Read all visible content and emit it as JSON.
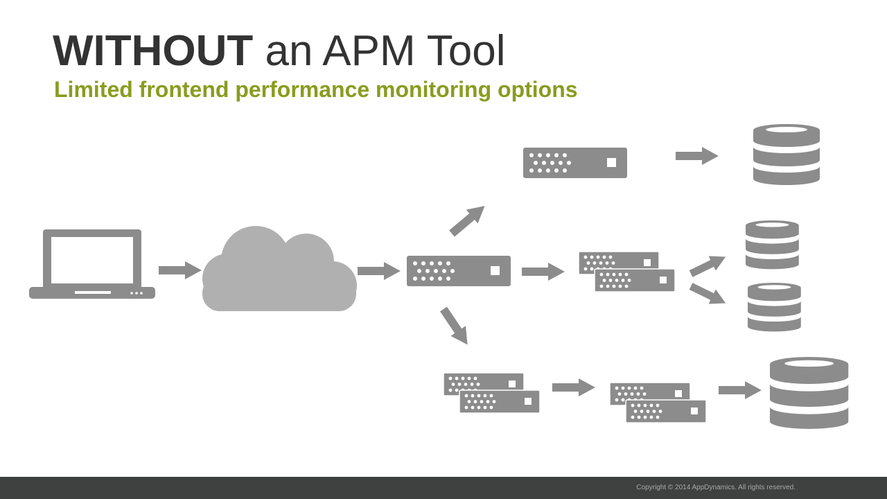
{
  "header": {
    "title_bold": "WITHOUT",
    "title_rest": "an APM Tool",
    "subtitle": "Limited frontend performance monitoring options"
  },
  "footer": {
    "copyright": "Copyright © 2014 AppDynamics. All rights reserved."
  },
  "colors": {
    "title": "#333333",
    "subtitle": "#8a9c1f",
    "icon_gray": "#8c8c8c",
    "cloud_gray": "#b0b0b0",
    "footer_bg": "#3f4040"
  },
  "diagram": {
    "nodes": [
      {
        "id": "laptop",
        "icon": "laptop-icon"
      },
      {
        "id": "internet",
        "icon": "cloud-icon"
      },
      {
        "id": "load-balancer",
        "icon": "server-icon"
      },
      {
        "id": "top-server",
        "icon": "server-icon"
      },
      {
        "id": "top-database",
        "icon": "database-icon"
      },
      {
        "id": "middle-servers",
        "icon": "server-stack-icon"
      },
      {
        "id": "middle-database-1",
        "icon": "database-icon"
      },
      {
        "id": "middle-database-2",
        "icon": "database-icon"
      },
      {
        "id": "bottom-servers-1",
        "icon": "server-stack-icon"
      },
      {
        "id": "bottom-servers-2",
        "icon": "server-stack-icon"
      },
      {
        "id": "bottom-database",
        "icon": "database-icon"
      }
    ],
    "edges": [
      [
        "laptop",
        "internet"
      ],
      [
        "internet",
        "load-balancer"
      ],
      [
        "load-balancer",
        "top-server"
      ],
      [
        "top-server",
        "top-database"
      ],
      [
        "load-balancer",
        "middle-servers"
      ],
      [
        "middle-servers",
        "middle-database-1"
      ],
      [
        "middle-servers",
        "middle-database-2"
      ],
      [
        "load-balancer",
        "bottom-servers-1"
      ],
      [
        "bottom-servers-1",
        "bottom-servers-2"
      ],
      [
        "bottom-servers-2",
        "bottom-database"
      ]
    ]
  }
}
